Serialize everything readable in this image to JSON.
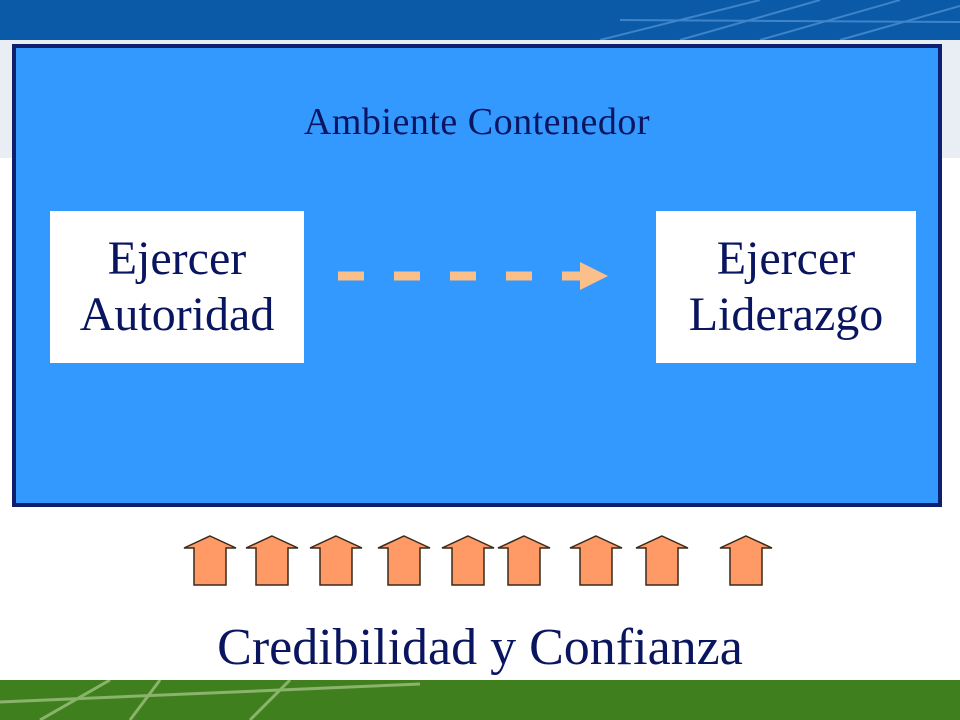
{
  "diagram": {
    "container_title": "Ambiente Contenedor",
    "box_left": {
      "line1": "Ejercer",
      "line2": "Autoridad"
    },
    "box_right": {
      "line1": "Ejercer",
      "line2": "Liderazgo"
    },
    "bottom_label": "Credibilidad y Confianza",
    "upward_arrow_count": 9,
    "colors": {
      "container_fill": "#3399ff",
      "container_border": "#0f1f6e",
      "text": "#0a1560",
      "dashed_arrow": "#fbc08a",
      "up_arrow_fill": "#ff9966",
      "banner_blue": "#0a5aa8",
      "banner_green": "#3f7f1e"
    }
  }
}
